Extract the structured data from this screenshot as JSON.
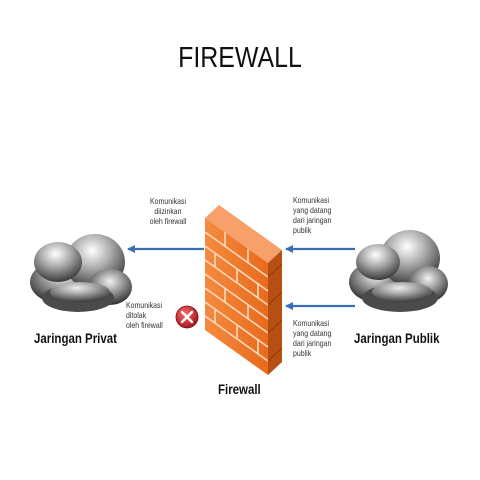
{
  "title": "FIREWALL",
  "nodes": {
    "private_network": "Jaringan Privat",
    "public_network": "Jaringan Publik",
    "firewall": "Firewall"
  },
  "flows": {
    "allowed": [
      "Komunikasi",
      "diizinkan",
      "oleh firewall"
    ],
    "denied": [
      "Komunikasi",
      "ditolak",
      "oleh firewall"
    ],
    "incoming_top": [
      "Komunikasi",
      "yang datang",
      "dari jaringan",
      "publik"
    ],
    "incoming_bottom": [
      "Komunikasi",
      "yang datang",
      "dari jaringan",
      "publik"
    ]
  },
  "colors": {
    "arrow": "#3a6fb8",
    "brick": "#f07a30",
    "brick_dark": "#b84f12",
    "mortar": "#ffd9bf",
    "deny_icon": "#c9252d"
  }
}
